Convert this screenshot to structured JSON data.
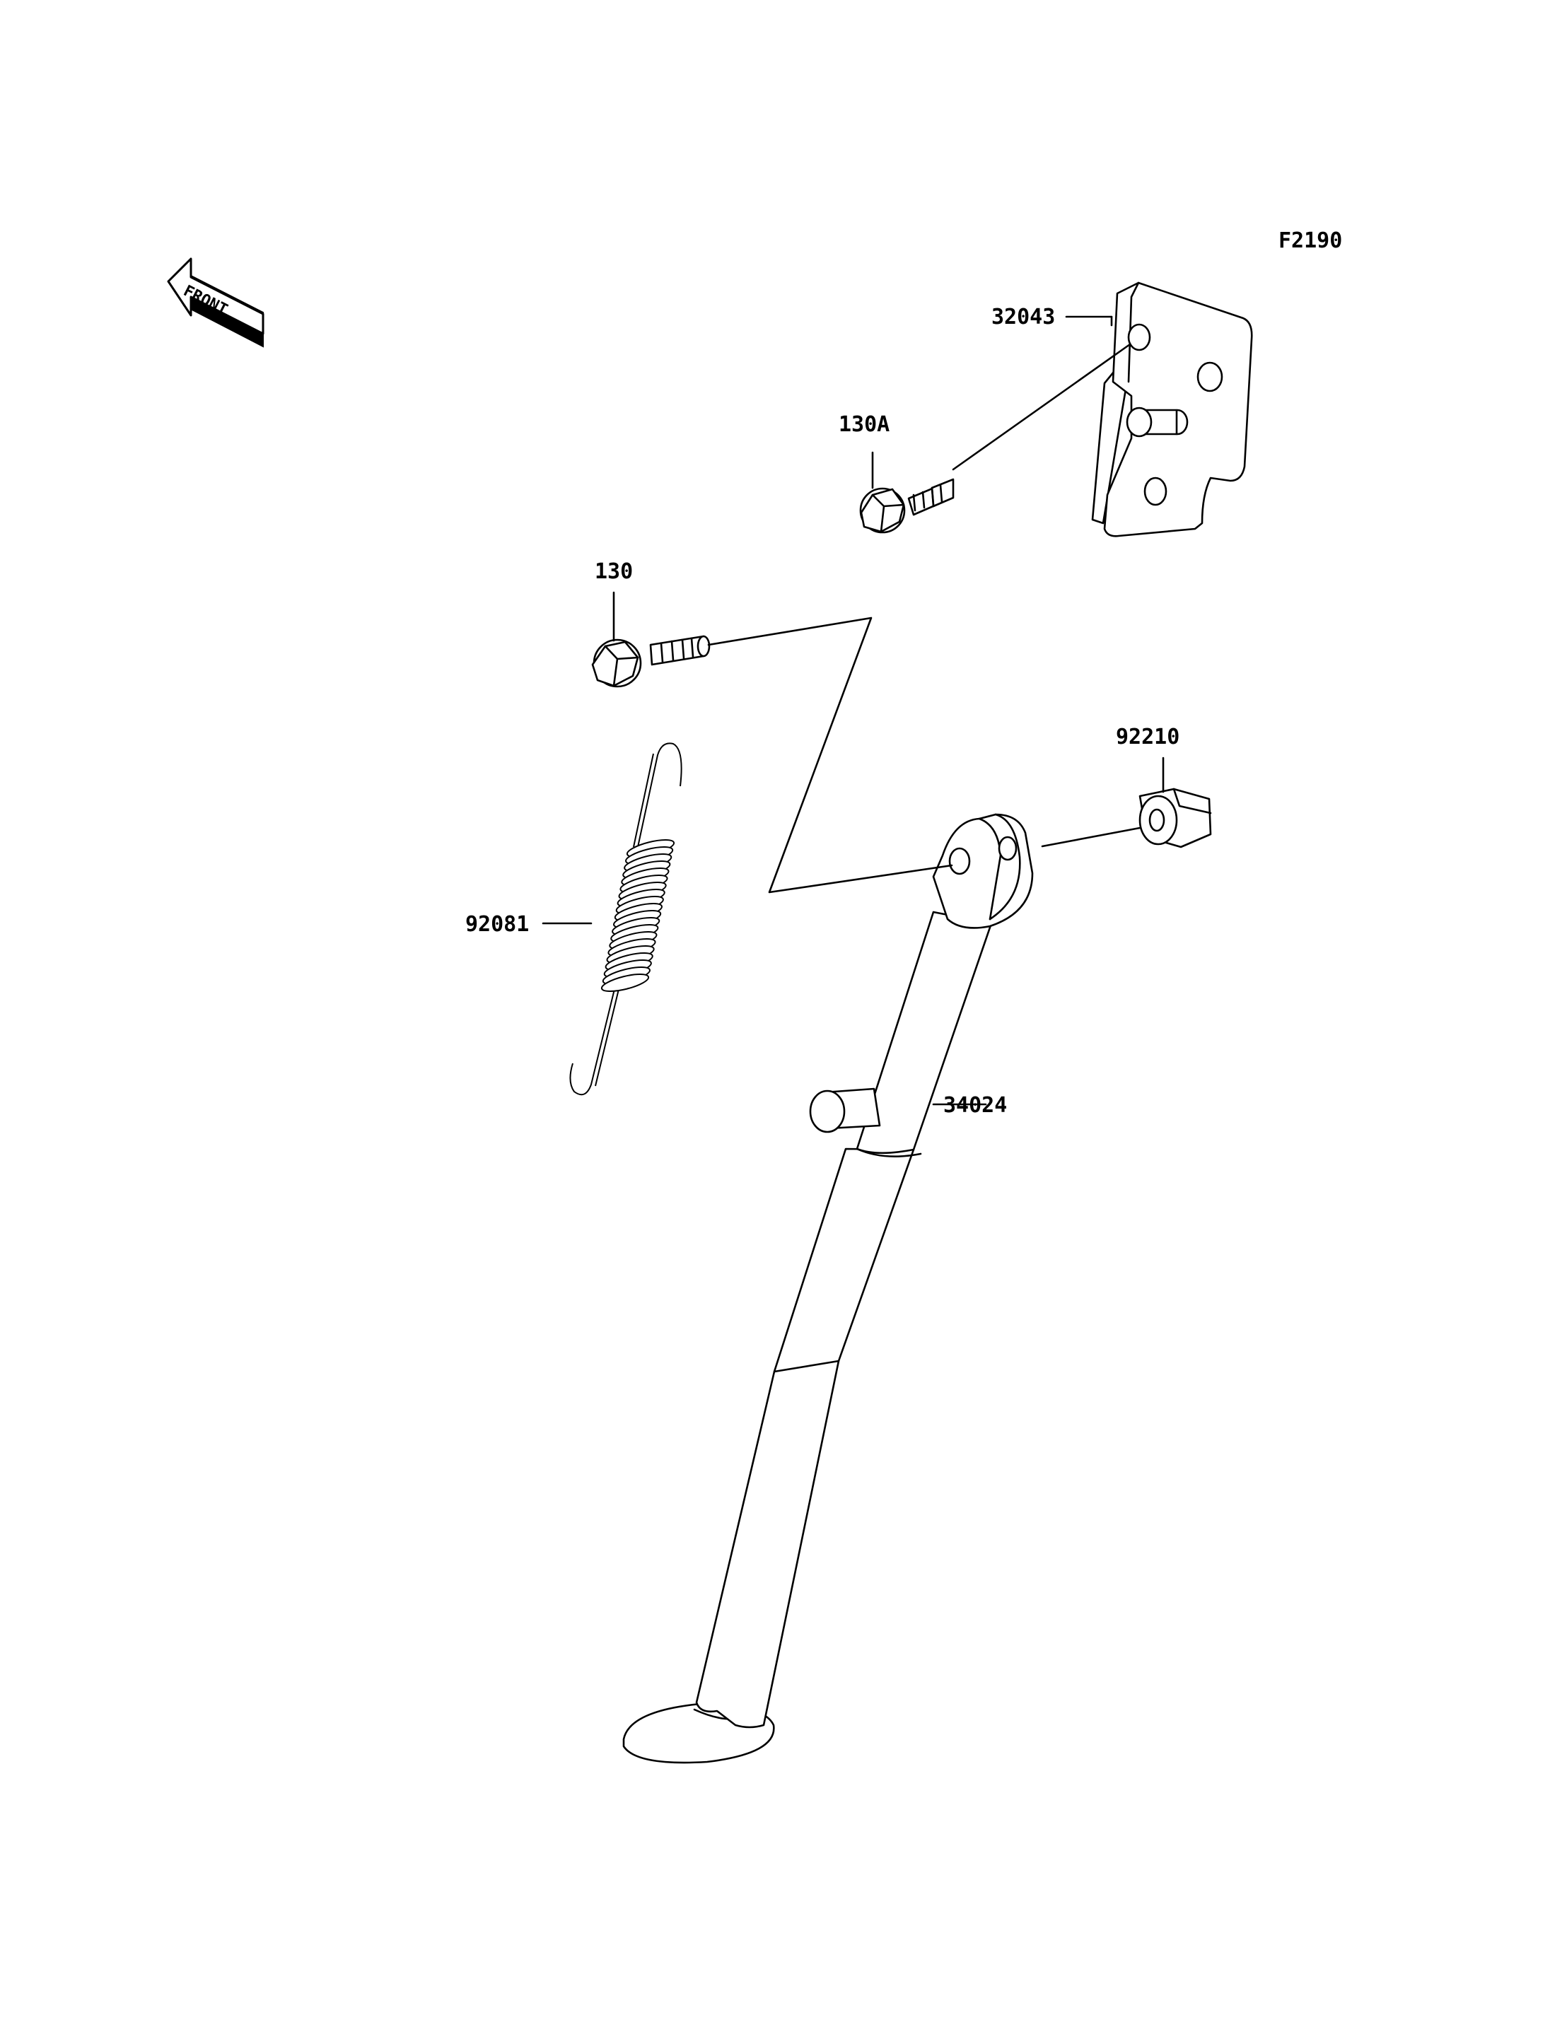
{
  "figure_code": "F2190",
  "front_arrow_text": "FRONT",
  "parts": [
    {
      "number": "32043",
      "description": ""
    },
    {
      "number": "130A",
      "description": ""
    },
    {
      "number": "130",
      "description": ""
    },
    {
      "number": "92210",
      "description": ""
    },
    {
      "number": "92081",
      "description": ""
    },
    {
      "number": "34024",
      "description": ""
    }
  ],
  "colors": {
    "ink": "#000000",
    "paper": "#ffffff"
  }
}
